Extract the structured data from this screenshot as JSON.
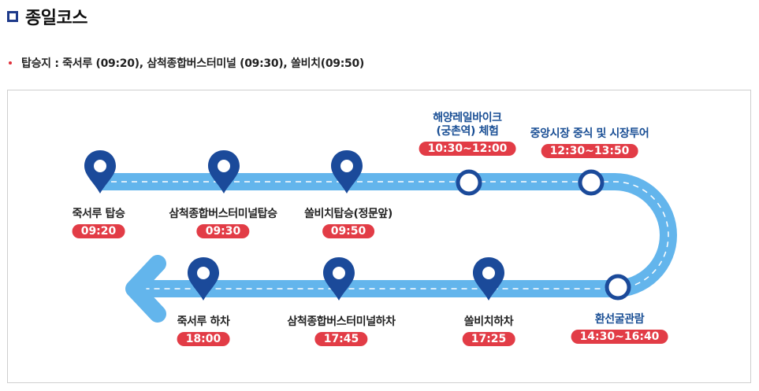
{
  "header": {
    "title": "종일코스"
  },
  "boarding_info": "탑승지 : 죽서루 (09:20), 삼척종합버스터미널 (09:30), 쏠비치(09:50)",
  "colors": {
    "route": "#63b5ec",
    "pin": "#1b4a9a",
    "pill": "#e23c46",
    "label_blue": "#1a4f95"
  },
  "stops": [
    {
      "name": "죽서루 탑승",
      "time": "09:20",
      "marker": "pin-icon"
    },
    {
      "name": "삼척종합버스터미널탑승",
      "time": "09:30",
      "marker": "pin-icon"
    },
    {
      "name": "쏠비치탑승(정문앞)",
      "time": "09:50",
      "marker": "pin-icon"
    },
    {
      "name_line1": "해양레일바이크",
      "name_line2": "(궁촌역) 체험",
      "time": "10:30~12:00",
      "marker": "circle-icon"
    },
    {
      "name": "중앙시장 중식 및 시장투어",
      "time": "12:30~13:50",
      "marker": "circle-icon"
    },
    {
      "name": "환선굴관람",
      "time": "14:30~16:40",
      "marker": "circle-icon"
    },
    {
      "name": "쏠비치하차",
      "time": "17:25",
      "marker": "pin-icon"
    },
    {
      "name": "삼척종합버스터미널하차",
      "time": "17:45",
      "marker": "pin-icon"
    },
    {
      "name": "죽서루 하차",
      "time": "18:00",
      "marker": "pin-icon"
    }
  ]
}
